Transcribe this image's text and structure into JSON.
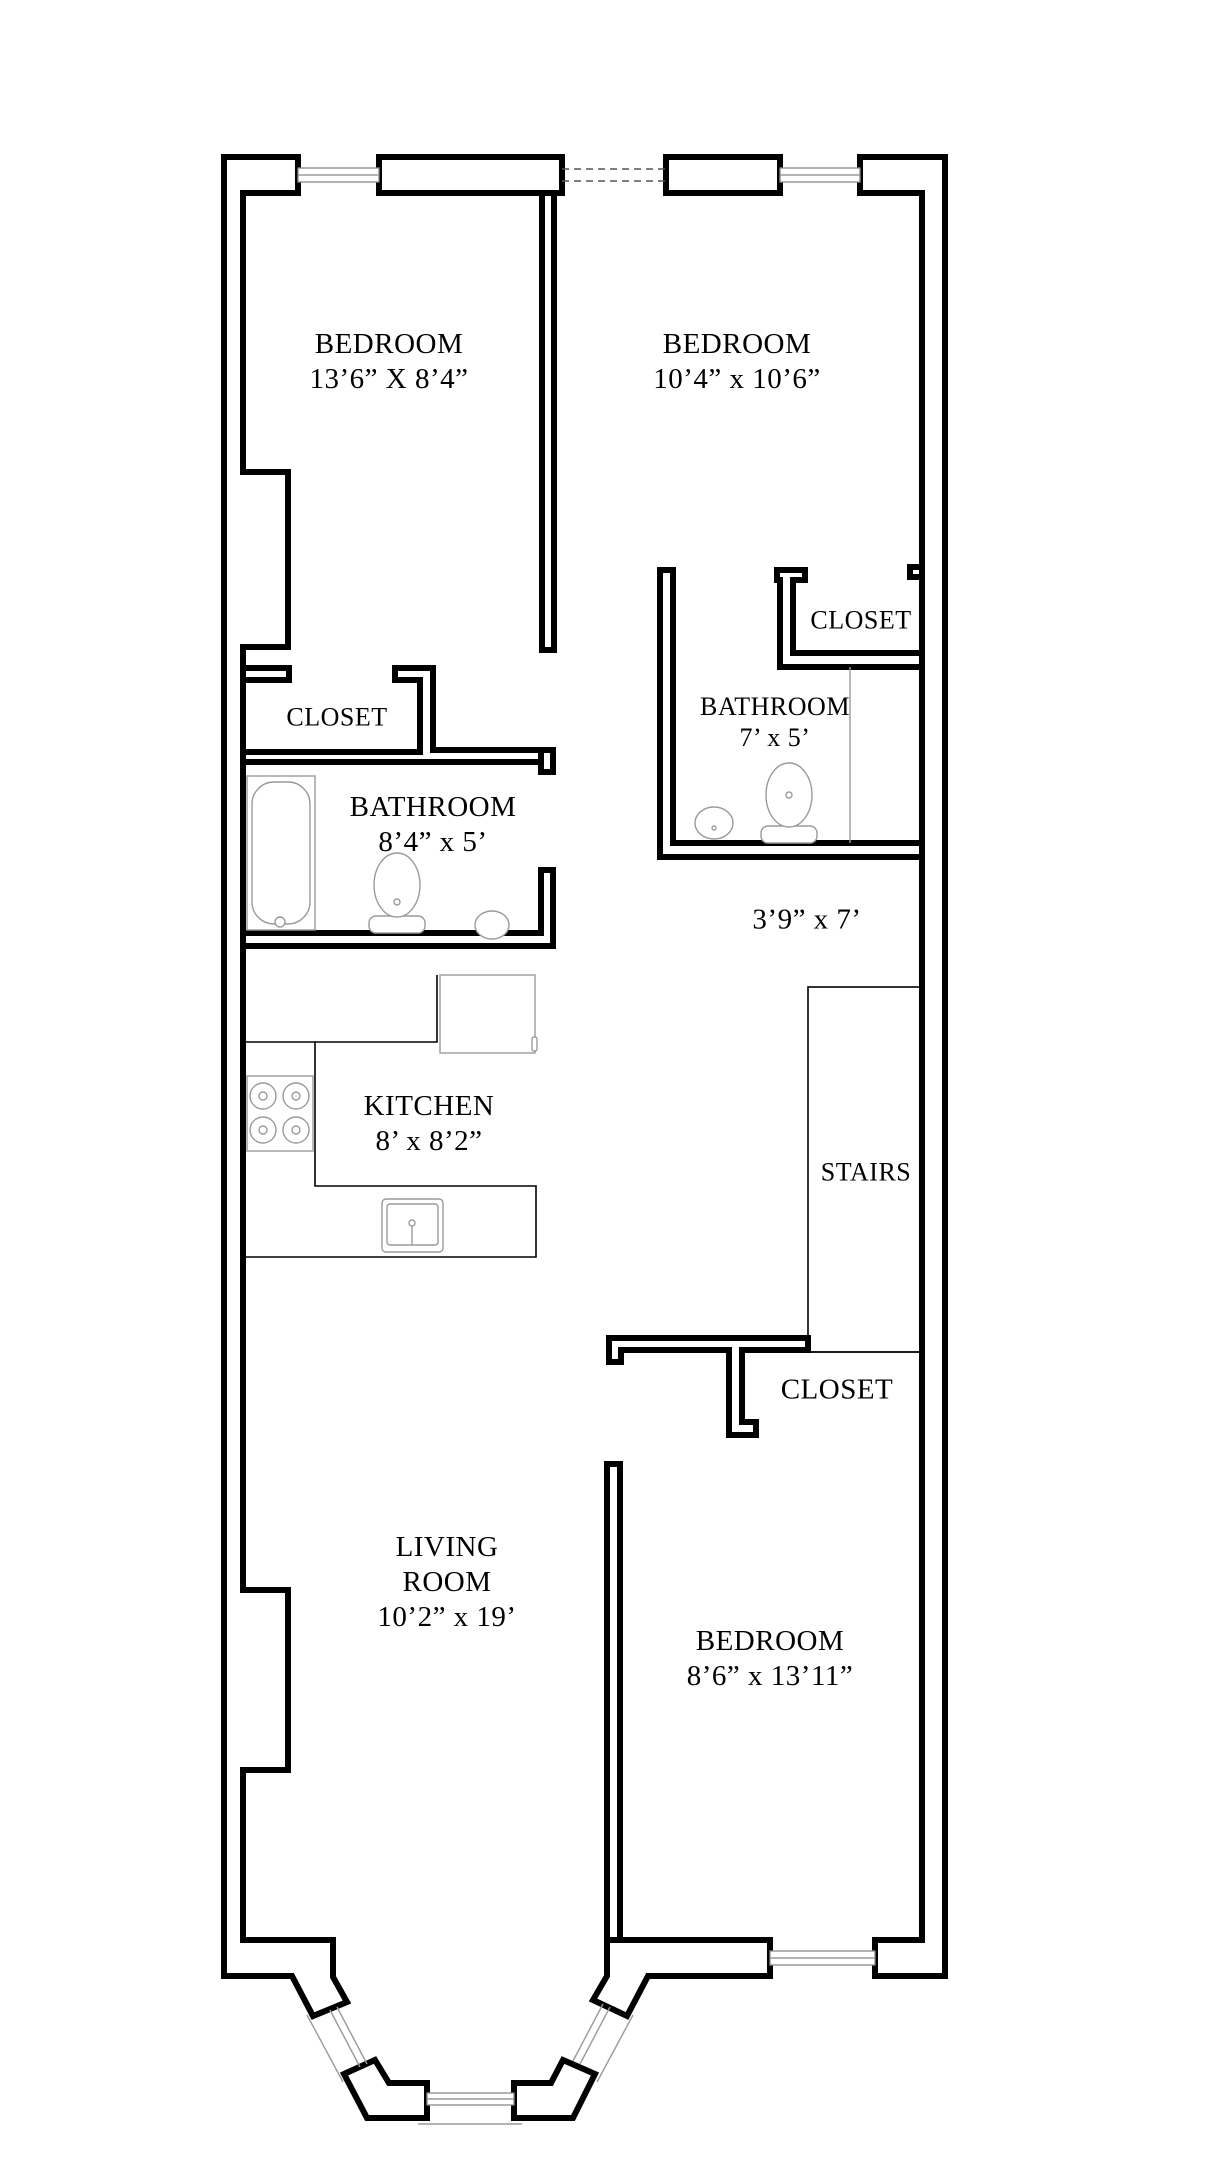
{
  "floor_plan": {
    "colors": {
      "wall": "#000000",
      "background": "#ffffff",
      "fixture": "#9a9a9a"
    },
    "rooms": [
      {
        "id": "bedroom-1",
        "name": "BEDROOM",
        "dimensions": "13’6” X 8’4”"
      },
      {
        "id": "bedroom-2",
        "name": "BEDROOM",
        "dimensions": "10’4” x 10’6”"
      },
      {
        "id": "closet-1",
        "name": "CLOSET"
      },
      {
        "id": "bathroom-1",
        "name": "BATHROOM",
        "dimensions": "8’4” x 5’"
      },
      {
        "id": "closet-2",
        "name": "CLOSET"
      },
      {
        "id": "bathroom-2",
        "name": "BATHROOM",
        "dimensions": "7’ x 5’"
      },
      {
        "id": "hallway",
        "dimensions": "3’9” x 7’"
      },
      {
        "id": "kitchen",
        "name": "KITCHEN",
        "dimensions": "8’ x 8’2”"
      },
      {
        "id": "stairs",
        "name": "STAIRS"
      },
      {
        "id": "closet-3",
        "name": "CLOSET"
      },
      {
        "id": "living-room",
        "name_line1": "LIVING",
        "name_line2": "ROOM",
        "dimensions": "10’2” x 19’"
      },
      {
        "id": "bedroom-3",
        "name": "BEDROOM",
        "dimensions": "8’6” x 13’11”"
      }
    ],
    "fixtures": [
      "bathtub-icon",
      "toilet-icon",
      "sink-icon",
      "stove-icon",
      "refrigerator-icon",
      "kitchen-sink-icon",
      "window-icon",
      "sliding-door-icon"
    ]
  }
}
